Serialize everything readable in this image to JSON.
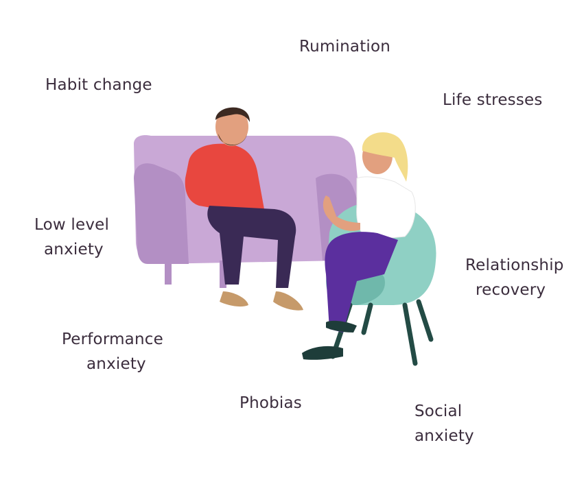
{
  "topics": {
    "rumination": "Rumination",
    "habit_change": "Habit change",
    "life_stresses": "Life stresses",
    "low_level_anxiety_1": "Low level",
    "low_level_anxiety_2": "anxiety",
    "relationship_recovery_1": "Relationship",
    "relationship_recovery_2": "recovery",
    "performance_anxiety_1": "Performance",
    "performance_anxiety_2": "anxiety",
    "phobias": "Phobias",
    "social_anxiety_1": "Social",
    "social_anxiety_2": "anxiety"
  },
  "colors": {
    "text": "#3b2d3d",
    "sofa": "#c9a8d6",
    "sofa_shadow": "#b38fc4",
    "chair": "#8fd0c4",
    "chair_shadow": "#6fb8ab",
    "chair_legs": "#234b45",
    "man_shirt": "#e8473f",
    "man_pants": "#3a2a55",
    "woman_pants": "#5b2f9e",
    "woman_top": "#ffffff",
    "woman_hair": "#f3dc8a",
    "skin": "#e2a07f",
    "shoes": "#c69a6a",
    "woman_shoes": "#1e3d3a"
  }
}
